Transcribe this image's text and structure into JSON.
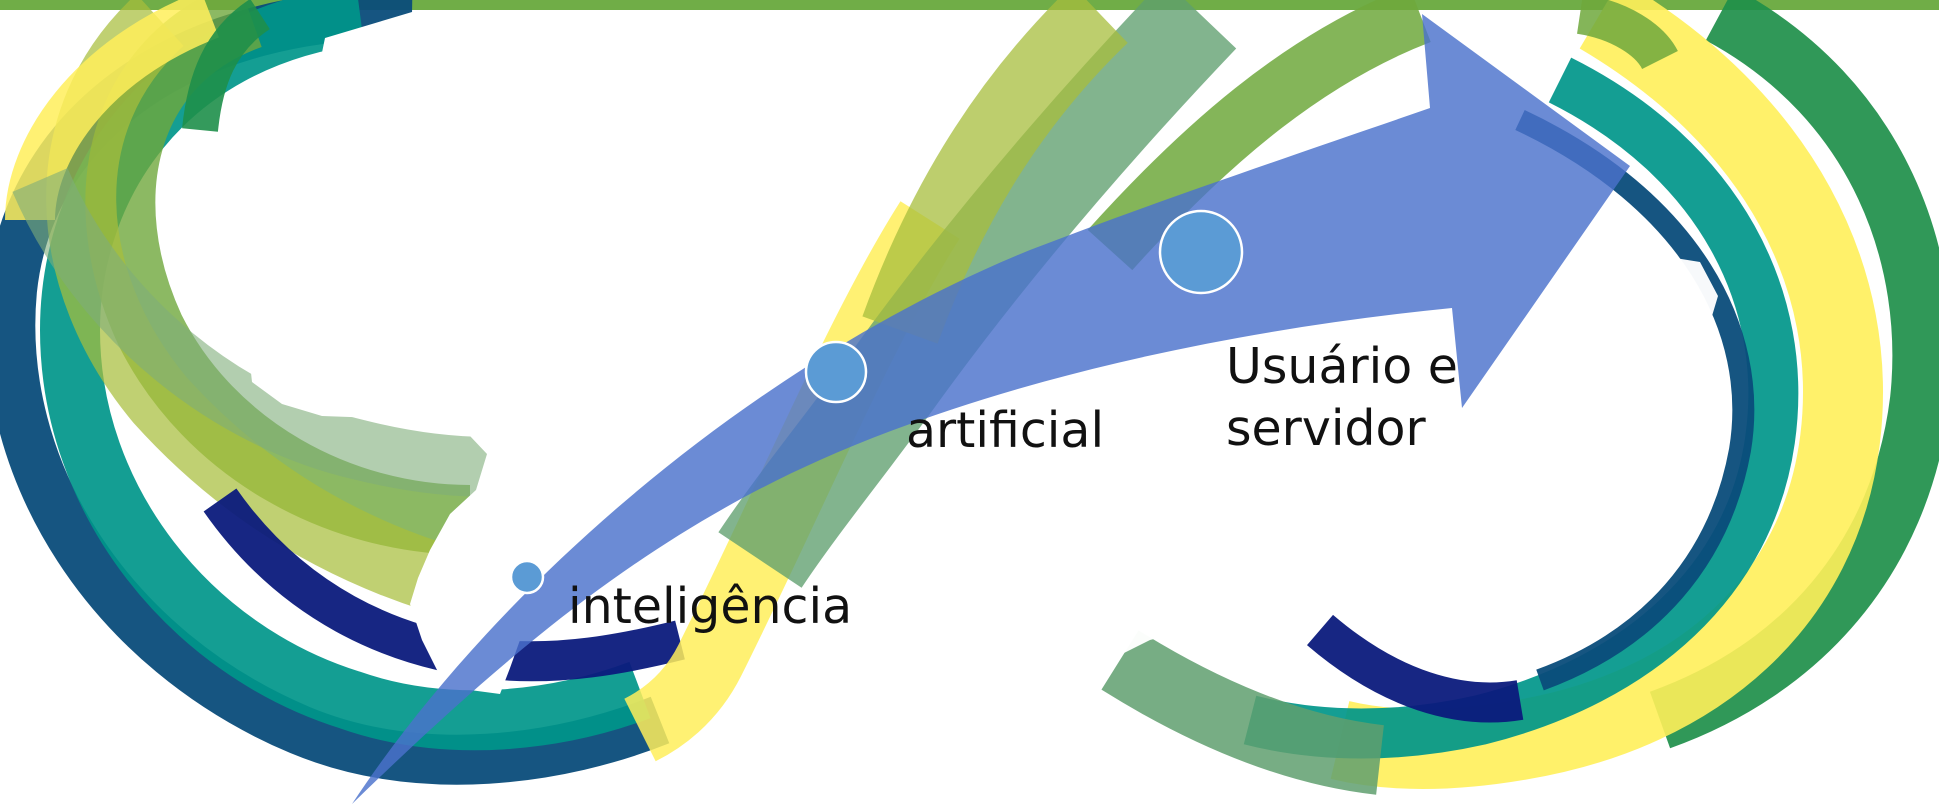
{
  "diagram": {
    "steps": [
      {
        "label": "inteligência"
      },
      {
        "label": "artificial"
      },
      {
        "label": "Usuário e\nservidor"
      }
    ],
    "arrow": {
      "direction": "up-right",
      "color": "#4A72CC"
    },
    "colors": {
      "top_bar": "#70AD47",
      "arrow": "#4A72CC",
      "node": "#5B9BD5",
      "ribbon_yellow": "#FFEF5A",
      "ribbon_lime": "#A7BE3C",
      "ribbon_green": "#6FA83C",
      "ribbon_dark_green": "#1E8F4A",
      "ribbon_teal": "#00968A",
      "ribbon_blue": "#0A4C7A",
      "ribbon_navy": "#0B1A7C"
    }
  }
}
